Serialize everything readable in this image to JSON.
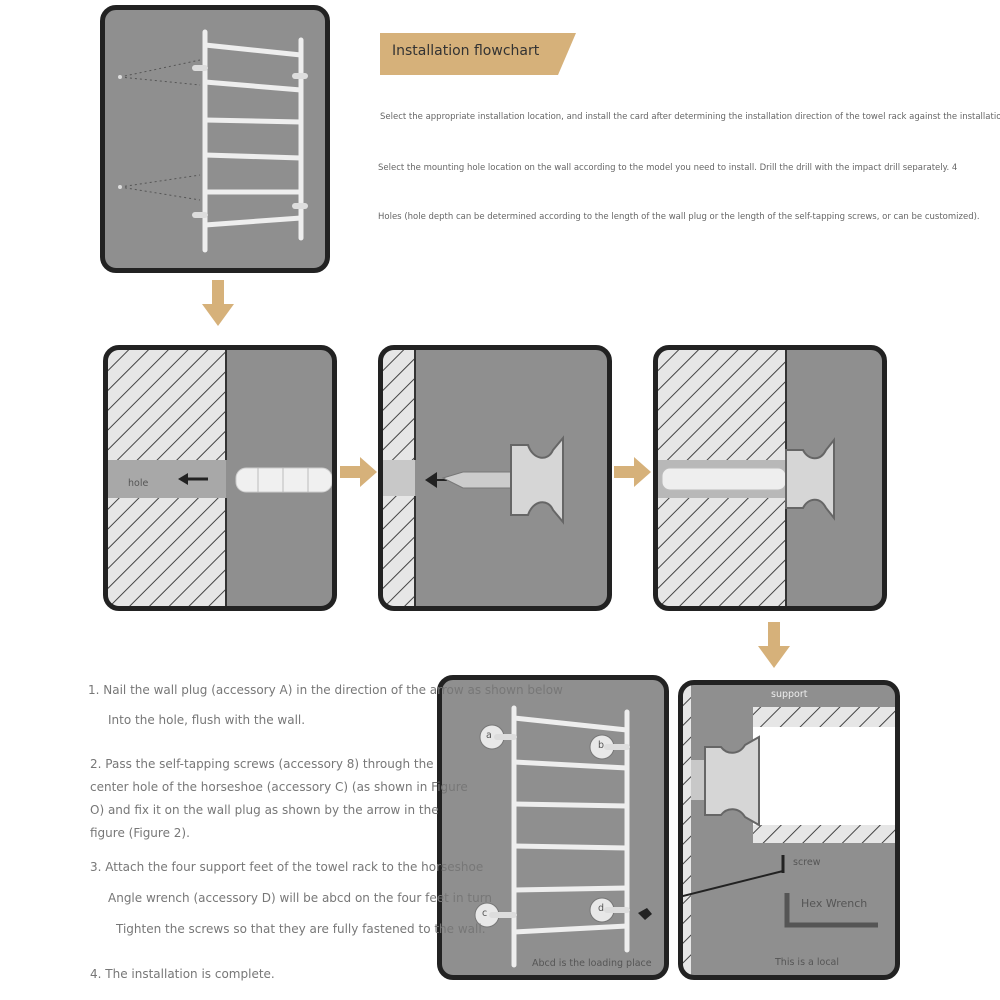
{
  "flowchart": {
    "title": "Installation flowchart",
    "banner_color": "#d6b17a",
    "arrow_color": "#d6b17a",
    "intro_lines": [
      "Select the appropriate installation location, and install the card after determining the installation direction of the towel rack against the installation card.",
      "Select the mounting hole location on the wall according to the model you need to install. Drill the drill with the impact drill separately. 4",
      "Holes (hole depth can be determined according to the length of the wall plug or the length of the self-tapping screws, or can be customized)."
    ]
  },
  "steps": [
    "1. Nail the wall plug (accessory A) in the direction of the arrow as shown below",
    "Into the hole, flush with the wall.",
    "2. Pass the self-tapping screws (accessory 8) through the",
    "center hole of the horseshoe (accessory C) (as shown in Figure",
    "O) and fix it on the wall plug as shown by the arrow in the",
    "figure (Figure 2).",
    "3. Attach the four support feet of the towel rack to the horseshoe",
    "Angle wrench (accessory D) will be abcd on the four feet in turn",
    "Tighten the screws so that they are fully fastened to the wall.",
    "4. The installation is complete."
  ],
  "labels": {
    "hole": "hole",
    "support": "support",
    "screw": "screw",
    "hex_wrench": "Hex Wrench",
    "loading_place": "Abcd is the loading place",
    "local": "This is a local",
    "a": "a",
    "b": "b",
    "c": "c",
    "d": "d"
  },
  "icons": [
    "down-arrow-icon",
    "right-arrow-icon"
  ]
}
